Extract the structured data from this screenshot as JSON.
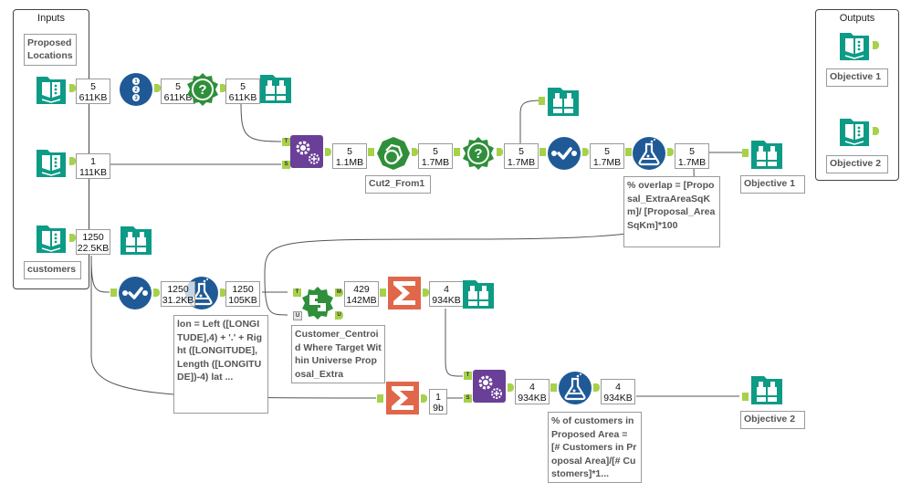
{
  "containers": {
    "inputs": {
      "title": "Inputs"
    },
    "outputs": {
      "title": "Outputs"
    }
  },
  "labels": {
    "proposed_locations": "Proposed Locations",
    "customers": "customers",
    "cut2_from1": "Cut2_From1",
    "objective1_browse": "Objective 1",
    "objective2_browse": "Objective 2",
    "output_objective1": "Objective 1",
    "output_objective2": "Objective 2"
  },
  "annotations": {
    "overlap_formula": "% overlap = [Proposal_ExtraAreaSqKm]/ [Proposal_AreaSqKm]*100",
    "lonlat_formula": "lon = Left ([LONGITUDE],4) + '.' + Right ([LONGITUDE], Length ([LONGITUDE])-4) lat ...",
    "spatial_match": "Customer_Centroid Where Target Within Universe Proposal_Extra",
    "customers_pct_formula": "% of customers in Proposed Area = [# Customers in Proposal Area]/[# Customers]*1..."
  },
  "records": {
    "r1": {
      "count": "5",
      "size": "611KB"
    },
    "r2": {
      "count": "5",
      "size": "611KB"
    },
    "r3": {
      "count": "5",
      "size": "611KB"
    },
    "r4": {
      "count": "1",
      "size": "111KB"
    },
    "r5": {
      "count": "5",
      "size": "1.1MB"
    },
    "r6": {
      "count": "5",
      "size": "1.7MB"
    },
    "r7": {
      "count": "5",
      "size": "1.7MB"
    },
    "r8": {
      "count": "5",
      "size": "1.7MB"
    },
    "r9": {
      "count": "5",
      "size": "1.7MB"
    },
    "r10": {
      "count": "1250",
      "size": "22.5KB"
    },
    "r11": {
      "count": "1250",
      "size": "31.2KB"
    },
    "r12": {
      "count": "1250",
      "size": "105KB"
    },
    "r13": {
      "count": "429",
      "size": "142MB"
    },
    "r14": {
      "count": "4",
      "size": "934KB"
    },
    "r15": {
      "count": "1",
      "size": "9b"
    },
    "r16": {
      "count": "4",
      "size": "934KB"
    },
    "r17": {
      "count": "4",
      "size": "934KB"
    }
  },
  "anchor_tags": {
    "target": "T",
    "source": "S",
    "matched": "M",
    "unmatched": "U",
    "universe": "U"
  },
  "colors": {
    "io_teal": "#0d9b86",
    "prep_blue": "#1f5a96",
    "spatial_green": "#2f8f3a",
    "join_purple": "#6a3f97",
    "summarize_orange": "#e0674a",
    "anchor_green": "#a6d14a"
  },
  "tools": [
    {
      "id": "input-proposed",
      "icon": "input-data-icon"
    },
    {
      "id": "record-id",
      "icon": "record-id-icon"
    },
    {
      "id": "filter-spatial",
      "icon": "spatial-filter-icon"
    },
    {
      "id": "browse-1",
      "icon": "browse-icon"
    },
    {
      "id": "input-2",
      "icon": "input-data-icon"
    },
    {
      "id": "append-fields-1",
      "icon": "append-fields-icon"
    },
    {
      "id": "spatial-process",
      "icon": "spatial-process-icon"
    },
    {
      "id": "spatial-filter-2",
      "icon": "spatial-filter-icon"
    },
    {
      "id": "browse-2",
      "icon": "browse-icon"
    },
    {
      "id": "select-1",
      "icon": "select-icon"
    },
    {
      "id": "formula-1",
      "icon": "formula-icon"
    },
    {
      "id": "browse-objective1",
      "icon": "browse-icon"
    },
    {
      "id": "input-customers",
      "icon": "input-data-icon"
    },
    {
      "id": "browse-3",
      "icon": "browse-icon"
    },
    {
      "id": "select-2",
      "icon": "select-icon"
    },
    {
      "id": "formula-2",
      "icon": "formula-icon"
    },
    {
      "id": "spatial-match",
      "icon": "spatial-match-icon"
    },
    {
      "id": "summarize-1",
      "icon": "summarize-icon"
    },
    {
      "id": "browse-4",
      "icon": "browse-icon"
    },
    {
      "id": "summarize-2",
      "icon": "summarize-icon"
    },
    {
      "id": "append-fields-2",
      "icon": "append-fields-icon"
    },
    {
      "id": "formula-3",
      "icon": "formula-icon"
    },
    {
      "id": "browse-objective2",
      "icon": "browse-icon"
    },
    {
      "id": "output-1",
      "icon": "output-data-icon"
    },
    {
      "id": "output-2",
      "icon": "output-data-icon"
    }
  ]
}
